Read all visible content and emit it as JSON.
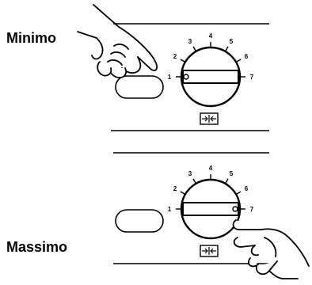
{
  "labels": {
    "minimum": "Minimo",
    "maximum": "Massimo"
  },
  "dial": {
    "scale": [
      "1",
      "2",
      "3",
      "4",
      "5",
      "6",
      "7"
    ],
    "icon": "width-adjust-symbol-icon"
  },
  "panels": [
    {
      "setting_label": "Minimo",
      "indicator_at": "1"
    },
    {
      "setting_label": "Massimo",
      "indicator_at": "7"
    }
  ]
}
